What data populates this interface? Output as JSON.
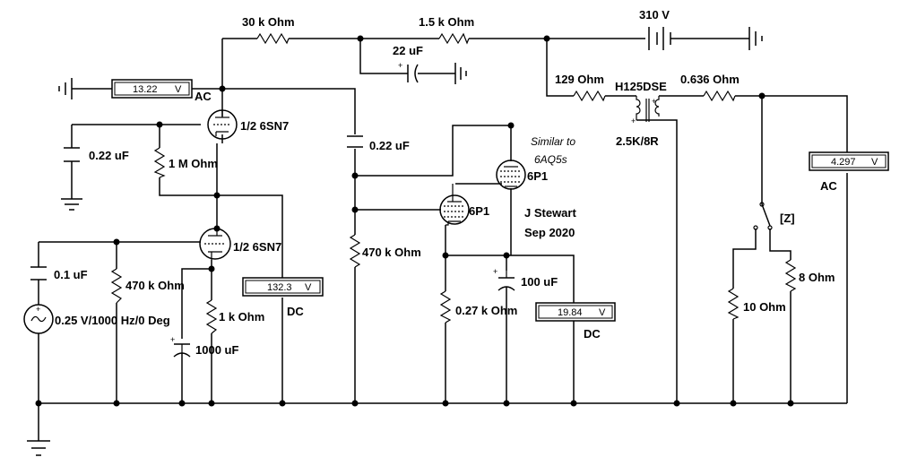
{
  "labels": {
    "r30k": "30 k Ohm",
    "r1_5k": "1.5 k Ohm",
    "supply": "310 V",
    "c22u": "22 uF",
    "r129": "129  Ohm",
    "transformer": "H125DSE",
    "r0636": "0.636  Ohm",
    "tube_top": "1/2 6SN7",
    "tube_bottom": "1/2 6SN7",
    "c022_left": "0.22 uF",
    "c022_mid": "0.22 uF",
    "r1M": "1 M Ohm",
    "similar": "Similar to",
    "similar2": "6AQ5s",
    "tube_6p1_upper": "6P1",
    "tube_6p1_lower": "6P1",
    "ratio": "2.5K/8R",
    "author": "J Stewart",
    "date": "Sep 2020",
    "r470k_mid": "470 k Ohm",
    "c01u": "0.1 uF",
    "r470k_left": "470 k Ohm",
    "r1k": "1 k Ohm",
    "source": "0.25 V/1000 Hz/0 Deg",
    "c1000u": "1000 uF",
    "c100u": "100 uF",
    "r027k": "0.27 k Ohm",
    "r10": "10  Ohm",
    "r8": "8  Ohm",
    "switch_key": "[Z]"
  },
  "meters": [
    {
      "id": "meter1",
      "value": "13.22",
      "unit": "V",
      "mode": "AC"
    },
    {
      "id": "meter2",
      "value": "132.3",
      "unit": "V",
      "mode": "DC"
    },
    {
      "id": "meter3",
      "value": "19.84",
      "unit": "V",
      "mode": "DC"
    },
    {
      "id": "meter4",
      "value": "4.297",
      "unit": "V",
      "mode": "AC"
    }
  ]
}
